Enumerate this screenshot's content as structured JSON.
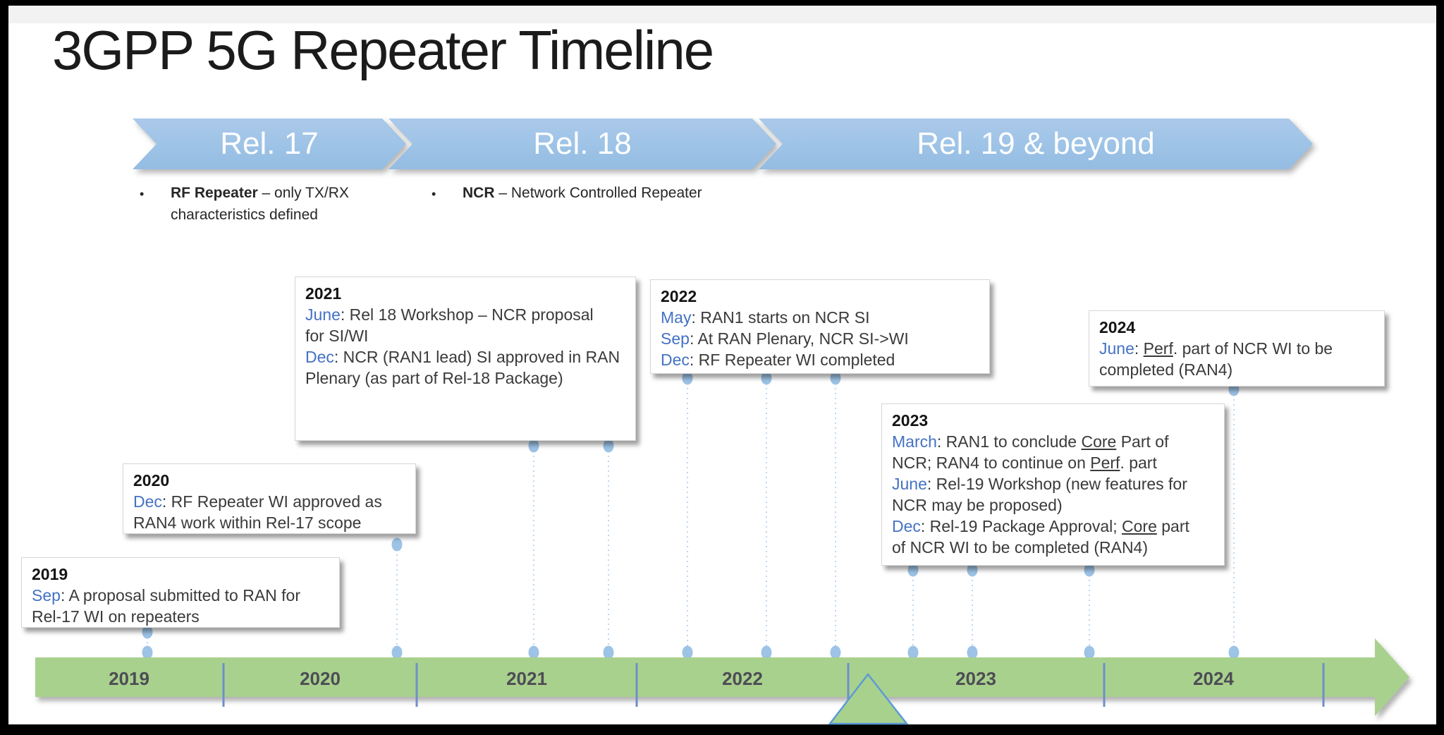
{
  "slide": {
    "title": "3GPP 5G Repeater Timeline"
  },
  "banners": [
    {
      "label": "Rel. 17"
    },
    {
      "label": "Rel. 18"
    },
    {
      "label": "Rel. 19 & beyond"
    }
  ],
  "legend": [
    {
      "lines": [
        [
          {
            "t": "RF Repeater",
            "k": "b"
          },
          {
            "t": " – only TX/RX"
          }
        ],
        [
          {
            "t": "characteristics defined"
          }
        ]
      ]
    },
    {
      "lines": [
        [
          {
            "t": "NCR",
            "k": "b"
          },
          {
            "t": " – Network Controlled Repeater"
          }
        ]
      ]
    }
  ],
  "events": [
    {
      "year": "2019",
      "lines": [
        [
          {
            "t": "Sep",
            "k": "m"
          },
          {
            "t": ": A proposal submitted to RAN for"
          }
        ],
        [
          {
            "t": "Rel-17 WI on repeaters"
          }
        ]
      ]
    },
    {
      "year": "2020",
      "lines": [
        [
          {
            "t": "Dec",
            "k": "m"
          },
          {
            "t": ": RF Repeater WI approved as"
          }
        ],
        [
          {
            "t": "RAN4 work within Rel-17 scope"
          }
        ]
      ]
    },
    {
      "year": "2021",
      "lines": [
        [
          {
            "t": "June",
            "k": "m"
          },
          {
            "t": ": Rel 18 Workshop – NCR proposal"
          }
        ],
        [
          {
            "t": "for SI/WI"
          }
        ],
        [
          {
            "t": "Dec",
            "k": "m"
          },
          {
            "t": ": NCR (RAN1 lead) SI approved in RAN"
          }
        ],
        [
          {
            "t": "Plenary (as part of Rel-18 Package)"
          }
        ]
      ]
    },
    {
      "year": "2022",
      "lines": [
        [
          {
            "t": "May",
            "k": "m"
          },
          {
            "t": ": RAN1 starts on NCR SI"
          }
        ],
        [
          {
            "t": "Sep",
            "k": "m"
          },
          {
            "t": ": At RAN Plenary, NCR SI->WI"
          }
        ],
        [
          {
            "t": "Dec",
            "k": "m"
          },
          {
            "t": ": RF Repeater WI completed"
          }
        ]
      ]
    },
    {
      "year": "2023",
      "lines": [
        [
          {
            "t": "March",
            "k": "m"
          },
          {
            "t": ": RAN1 to conclude "
          },
          {
            "t": "Core",
            "k": "u"
          },
          {
            "t": " Part of"
          }
        ],
        [
          {
            "t": "NCR; RAN4 to continue on "
          },
          {
            "t": "Perf",
            "k": "u"
          },
          {
            "t": ". part"
          }
        ],
        [
          {
            "t": "June",
            "k": "m"
          },
          {
            "t": ": Rel-19 Workshop (new features for"
          }
        ],
        [
          {
            "t": "NCR may be proposed)"
          }
        ],
        [
          {
            "t": "Dec",
            "k": "m"
          },
          {
            "t": ": Rel-19 Package Approval; "
          },
          {
            "t": "Core",
            "k": "u"
          },
          {
            "t": " part"
          }
        ],
        [
          {
            "t": "of NCR WI to be completed (RAN4)"
          }
        ]
      ]
    },
    {
      "year": "2024",
      "lines": [
        [
          {
            "t": "June",
            "k": "m"
          },
          {
            "t": ": "
          },
          {
            "t": "Perf",
            "k": "u"
          },
          {
            "t": ". part of NCR WI to be"
          }
        ],
        [
          {
            "t": "completed (RAN4)"
          }
        ]
      ]
    }
  ],
  "timeline": {
    "years": [
      "2019",
      "2020",
      "2021",
      "2022",
      "2023",
      "2024"
    ]
  },
  "colors": {
    "banner_blue": "#9DC3E6",
    "month_blue": "#4472C4",
    "bar_green": "#A9D18E",
    "dot_blue": "#9DC3E6",
    "divider_blue": "#6E8FC9",
    "triangle_stroke": "#5B9BD5"
  }
}
